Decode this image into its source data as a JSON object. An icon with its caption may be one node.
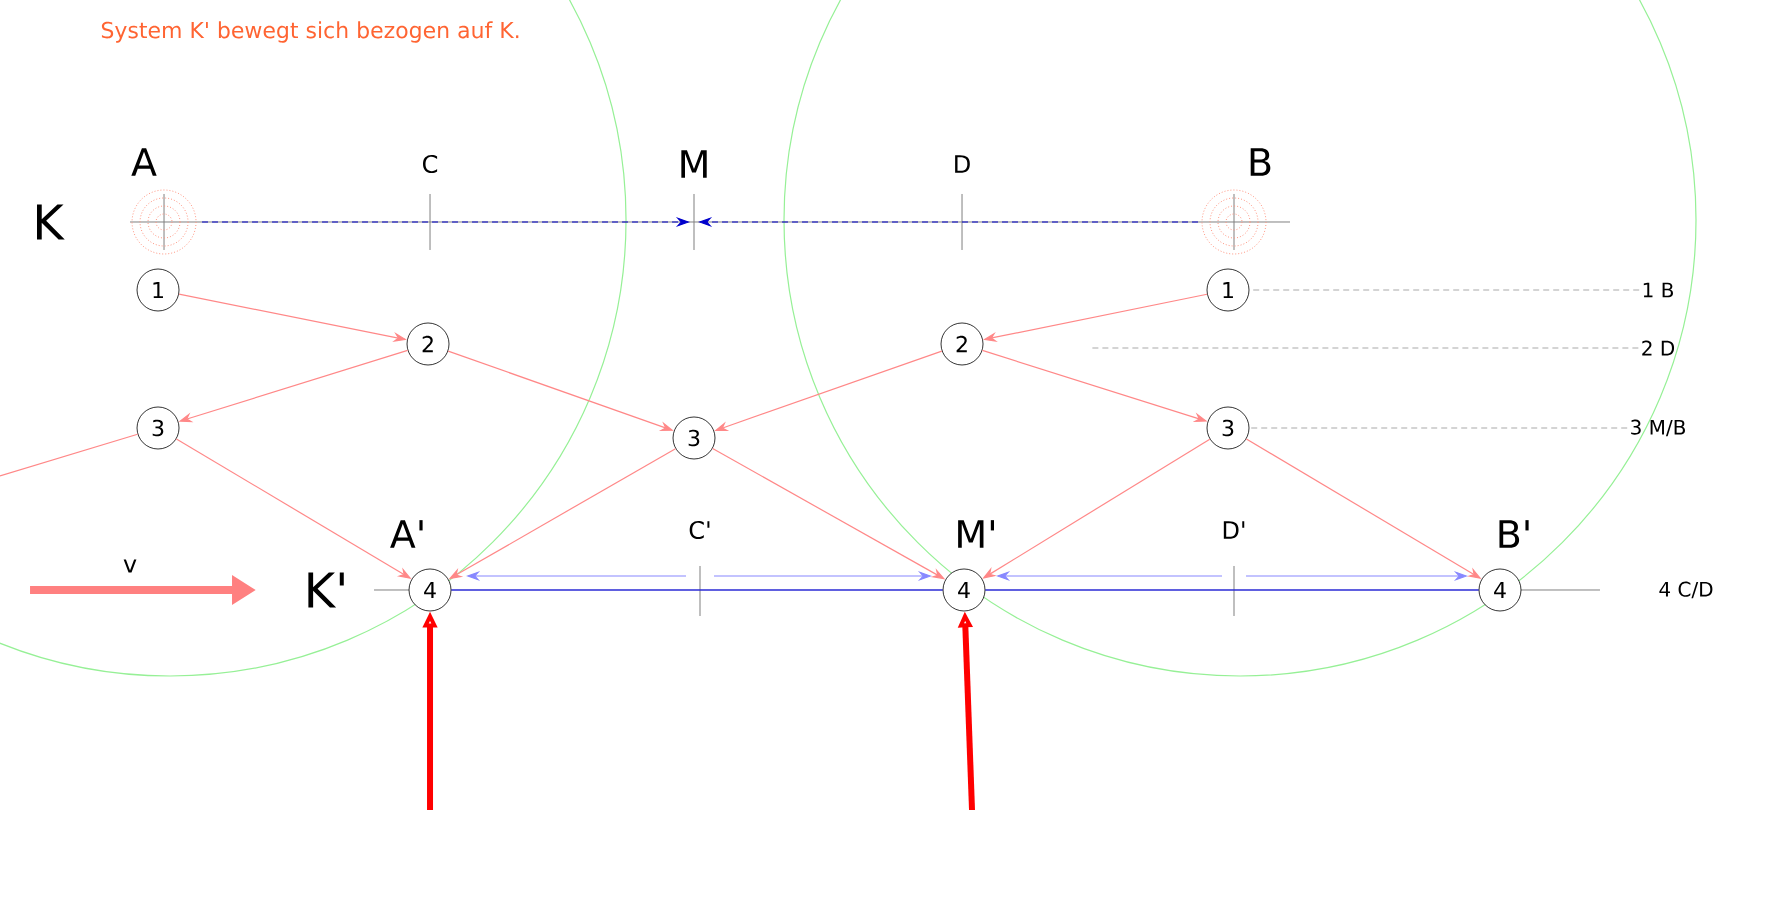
{
  "diagram": {
    "title": "System K' bewegt sich bezogen auf K.",
    "nodes": [
      {
        "text": [
          "1"
        ]
      },
      {
        "text": [
          "2"
        ]
      },
      {
        "text": [
          "3"
        ]
      },
      {
        "text": [
          "3"
        ]
      },
      {
        "text": [
          "1"
        ]
      },
      {
        "text": [
          "2"
        ]
      },
      {
        "text": [
          "3"
        ]
      },
      {
        "text": [
          "4"
        ]
      },
      {
        "text": [
          "4"
        ]
      },
      {
        "text": [
          "4"
        ]
      },
      {
        "text": [
          "A"
        ]
      },
      {
        "text": [
          "M"
        ]
      },
      {
        "text": [
          "B"
        ]
      },
      {
        "text": [
          "C'"
        ]
      },
      {
        "text": [
          "D'"
        ]
      },
      {
        "text": [
          "1 B"
        ]
      },
      {
        "text": [
          "2 D"
        ]
      },
      {
        "text": [
          "3 M/B"
        ]
      }
    ],
    "edges": [
      {
        "from": 0,
        "to": 1,
        "arrow": "to"
      },
      {
        "from": 1,
        "to": 2,
        "arrow": "to"
      },
      {
        "from": 1,
        "to": 3,
        "arrow": "to"
      },
      {
        "from": 2,
        "to": 7,
        "arrow": "to"
      },
      {
        "from": 2,
        "to": null,
        "arrow": "none"
      },
      {
        "from": 3,
        "to": 7,
        "arrow": "to"
      },
      {
        "from": 3,
        "to": 8,
        "arrow": "to"
      },
      {
        "from": 4,
        "to": 5,
        "arrow": "to"
      },
      {
        "from": 5,
        "to": 3,
        "arrow": "to"
      },
      {
        "from": 5,
        "to": 6,
        "arrow": "to"
      },
      {
        "from": 6,
        "to": 8,
        "arrow": "to"
      },
      {
        "from": 6,
        "to": 9,
        "arrow": "to"
      },
      {
        "from": 10,
        "to": 11,
        "arrow": "to",
        "style": "dashed",
        "color": "#0000cc"
      },
      {
        "from": 12,
        "to": 11,
        "arrow": "to",
        "style": "dashed",
        "color": "#0000cc"
      },
      {
        "from": 13,
        "to": 7,
        "arrow": "to",
        "color": "#8888ff"
      },
      {
        "from": 13,
        "to": 8,
        "arrow": "to",
        "color": "#8888ff"
      },
      {
        "from": 14,
        "to": 8,
        "arrow": "to",
        "color": "#8888ff"
      },
      {
        "from": 14,
        "to": 9,
        "arrow": "to",
        "color": "#8888ff"
      },
      {
        "from": 7,
        "to": 8,
        "arrow": "none",
        "color": "#0000ff"
      },
      {
        "from": 8,
        "to": 9,
        "arrow": "none",
        "color": "#0000ff"
      },
      {
        "from": null,
        "to": 7,
        "arrow": "to",
        "style": "thick",
        "color": "#ff0000"
      },
      {
        "from": null,
        "to": 8,
        "arrow": "to",
        "style": "thick",
        "color": "#ff0000"
      },
      {
        "from": 15,
        "to": 4,
        "arrow": "none",
        "style": "dashed",
        "color": "#aaaaaa"
      },
      {
        "from": 16,
        "to": null,
        "arrow": "none",
        "style": "dashed",
        "color": "#aaaaaa"
      },
      {
        "from": 17,
        "to": 6,
        "arrow": "none",
        "style": "dashed",
        "color": "#aaaaaa"
      }
    ],
    "labels": [
      "C",
      "D",
      "K",
      "K'",
      "v",
      "A'",
      "M'",
      "B'",
      "4 C/D"
    ]
  }
}
